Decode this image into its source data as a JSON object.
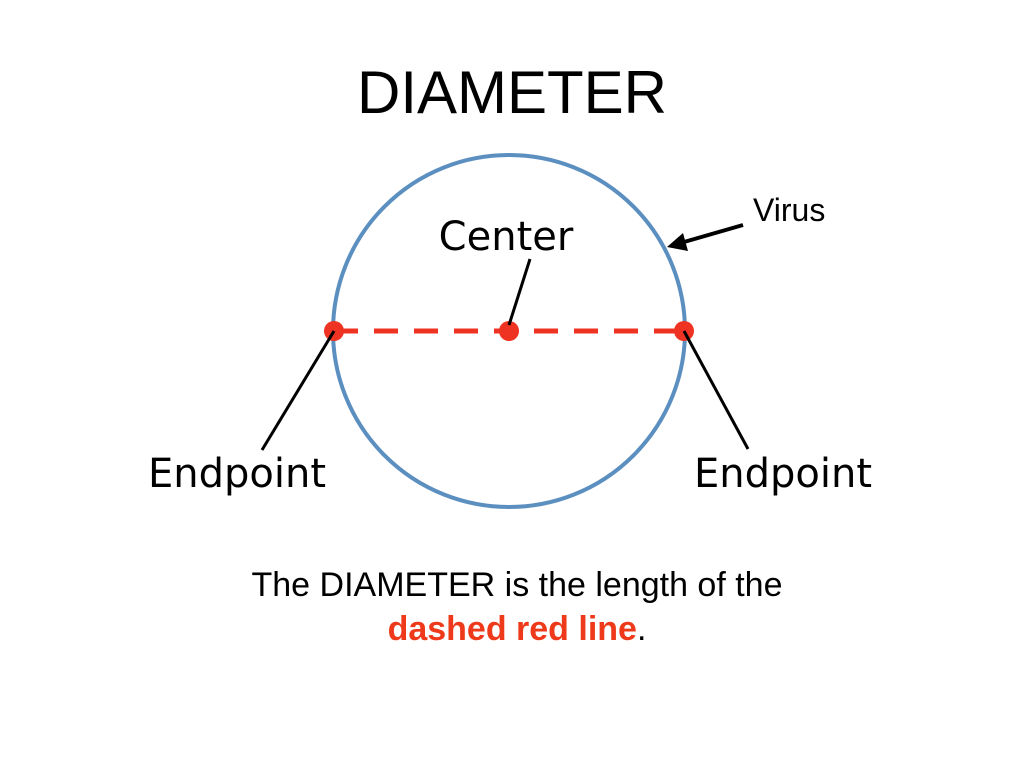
{
  "title": "DIAMETER",
  "labels": {
    "virus": "Virus",
    "center": "Center",
    "endpoint_left": "Endpoint",
    "endpoint_right": "Endpoint"
  },
  "caption": {
    "line1": "The DIAMETER is the length of the",
    "emphasis": "dashed red line",
    "period": "."
  },
  "colors": {
    "circle": "#5b8fc0",
    "diameter": "#ee3322",
    "emphasis": "#ee3a1a",
    "text": "#000000"
  }
}
